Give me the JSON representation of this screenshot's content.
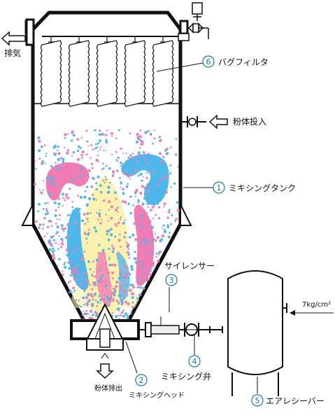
{
  "labels": {
    "exhaust": "排気",
    "bag_filter": "バグフィルタ",
    "powder_input": "粉体投入",
    "mixing_tank": "ミキシングタンク",
    "silencer": "サイレンサー",
    "mixing_valve": "ミキシング弁",
    "powder_output": "粉体排出",
    "mixing_head": "ミキシングヘッド",
    "air_receiver": "エアレシーバー",
    "pressure": "7kg/cm²"
  },
  "numbers": {
    "mixing_tank": "1",
    "mixing_head": "2",
    "silencer": "3",
    "mixing_valve": "4",
    "air_receiver": "5",
    "bag_filter": "6"
  },
  "colors": {
    "outline": "#111111",
    "pink": "#f07cb4",
    "blue": "#4db8ec",
    "yellow": "#fbf1a6",
    "accent": "#1a78c2"
  }
}
